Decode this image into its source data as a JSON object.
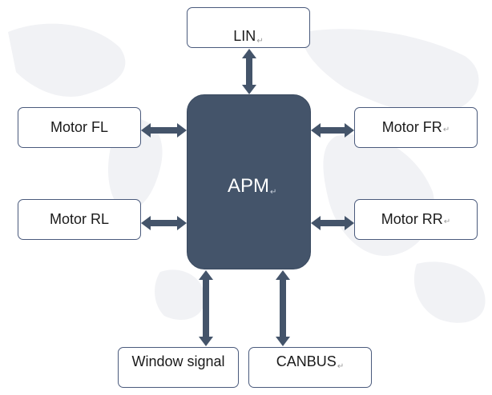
{
  "center": {
    "label": "APM"
  },
  "nodes": {
    "lin": "LIN",
    "motor_fl": "Motor FL",
    "motor_fr": "Motor FR",
    "motor_rl": "Motor RL",
    "motor_rr": "Motor RR",
    "window_signal": "Window signal",
    "canbus": "CANBUS"
  },
  "paragraph_mark": "↵",
  "colors": {
    "hub_fill": "#44546a",
    "arrow_fill": "#44546a",
    "box_border": "#4a5a7c"
  },
  "connections": [
    {
      "from": "APM",
      "to": "LIN",
      "direction": "bidirectional"
    },
    {
      "from": "APM",
      "to": "Motor FL",
      "direction": "bidirectional"
    },
    {
      "from": "APM",
      "to": "Motor FR",
      "direction": "bidirectional"
    },
    {
      "from": "APM",
      "to": "Motor RL",
      "direction": "bidirectional"
    },
    {
      "from": "APM",
      "to": "Motor RR",
      "direction": "bidirectional"
    },
    {
      "from": "APM",
      "to": "Window signal",
      "direction": "bidirectional"
    },
    {
      "from": "APM",
      "to": "CANBUS",
      "direction": "bidirectional"
    }
  ]
}
